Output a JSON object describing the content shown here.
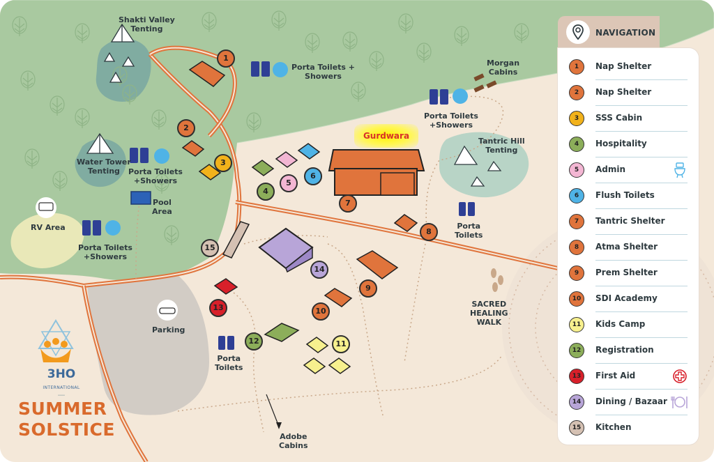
{
  "navigation": {
    "title": "NAVIGATION",
    "items": [
      {
        "num": "1",
        "label": "Nap Shelter",
        "color": "#e0743c"
      },
      {
        "num": "2",
        "label": "Nap Shelter",
        "color": "#e0743c"
      },
      {
        "num": "3",
        "label": "SSS Cabin",
        "color": "#f2b21b"
      },
      {
        "num": "4",
        "label": "Hospitality",
        "color": "#8cae5a"
      },
      {
        "num": "5",
        "label": "Admin",
        "color": "#f3b6d3",
        "icon": "restroom-icon"
      },
      {
        "num": "6",
        "label": "Flush Toilets",
        "color": "#4fb3e6"
      },
      {
        "num": "7",
        "label": "Tantric Shelter",
        "color": "#e0743c"
      },
      {
        "num": "8",
        "label": "Atma Shelter",
        "color": "#e0743c"
      },
      {
        "num": "9",
        "label": "Prem Shelter",
        "color": "#e0743c"
      },
      {
        "num": "10",
        "label": "SDI Academy",
        "color": "#e0743c"
      },
      {
        "num": "11",
        "label": "Kids Camp",
        "color": "#f7f08e"
      },
      {
        "num": "12",
        "label": "Registration",
        "color": "#8cae5a"
      },
      {
        "num": "13",
        "label": "First Aid",
        "color": "#d8202a",
        "icon": "first-aid-icon"
      },
      {
        "num": "14",
        "label": "Dining / Bazaar",
        "color": "#b8a5d8",
        "icon": "dining-icon"
      },
      {
        "num": "15",
        "label": "Kitchen",
        "color": "#d5c1b3"
      }
    ]
  },
  "map_labels": {
    "shakti_valley": "Shakti Valley\nTenting",
    "porta_toilets_showers_top": "Porta Toilets +\nShowers",
    "morgan_cabins": "Morgan\nCabins",
    "porta_toilets_showers_right": "Porta Toilets\n+Showers",
    "gurdwara": "Gurdwara",
    "tantric_hill": "Tantric Hill\nTenting",
    "water_tower": "Water Tower\nTenting",
    "porta_toilets_showers_mid": "Porta Toilets\n+Showers",
    "pool_area": "Pool\nArea",
    "rv_area": "RV Area",
    "porta_toilets_showers_left": "Porta Toilets\n+Showers",
    "porta_toilets_right": "Porta\nToilets",
    "sacred_walk": "SACRED\nHEALING\nWALK",
    "parking": "Parking",
    "porta_toilets_bottom": "Porta\nToilets",
    "adobe_cabins": "Adobe\nCabins"
  },
  "map_badges": [
    {
      "num": "1",
      "color": "#e0743c"
    },
    {
      "num": "2",
      "color": "#e0743c"
    },
    {
      "num": "3",
      "color": "#f2b21b"
    },
    {
      "num": "4",
      "color": "#8cae5a"
    },
    {
      "num": "5",
      "color": "#f3b6d3"
    },
    {
      "num": "6",
      "color": "#4fb3e6"
    },
    {
      "num": "7",
      "color": "#e0743c"
    },
    {
      "num": "8",
      "color": "#e0743c"
    },
    {
      "num": "9",
      "color": "#e0743c"
    },
    {
      "num": "10",
      "color": "#e0743c"
    },
    {
      "num": "11",
      "color": "#f7f08e"
    },
    {
      "num": "12",
      "color": "#8cae5a"
    },
    {
      "num": "13",
      "color": "#d8202a"
    },
    {
      "num": "14",
      "color": "#b8a5d8"
    },
    {
      "num": "15",
      "color": "#d5c1b3"
    }
  ],
  "brand": {
    "logo_text": "3HO",
    "logo_sub": "INTERNATIONAL",
    "event_title": "SUMMER\nSOLSTICE"
  },
  "colors": {
    "forest": "#a9c9a0",
    "clearing": "#f4e8d9",
    "road": "#e0743c",
    "parking_lot": "#d2ccc5",
    "toilet_blue": "#2e3f95",
    "shower_blue": "#4fb3e6"
  }
}
